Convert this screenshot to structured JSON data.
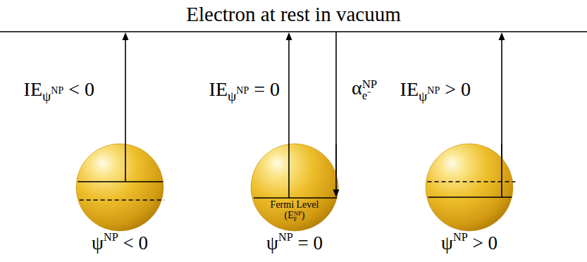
{
  "diagram": {
    "title": "Electron at rest in vacuum",
    "nodes": [
      {
        "text": [
          "ψNP < 0"
        ]
      },
      {
        "text": [
          "Fermi Level (EFNP)",
          "ψNP = 0"
        ]
      },
      {
        "text": [
          "ψNP > 0"
        ]
      }
    ],
    "labels": [
      "IEψNP < 0",
      "IEψNP = 0",
      "αe⁻NP",
      "IEψNP > 0"
    ]
  }
}
